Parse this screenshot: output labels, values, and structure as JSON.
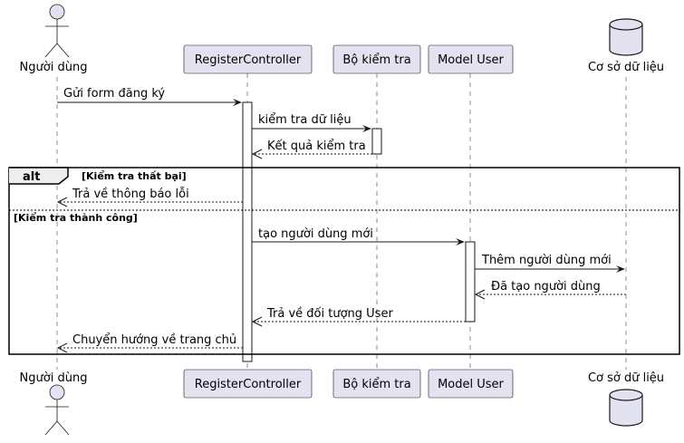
{
  "participants": {
    "user": {
      "label": "Người dùng"
    },
    "controller": {
      "label": "RegisterController"
    },
    "validator": {
      "label": "Bộ kiểm tra"
    },
    "model": {
      "label": "Model User"
    },
    "database": {
      "label": "Cơ sở dữ liệu"
    }
  },
  "messages": {
    "m1": "Gửi form đăng ký",
    "m2": "kiểm tra dữ liệu",
    "m3": "Kết quả kiểm tra",
    "m4": "Trả về thông báo lỗi",
    "m5": "tạo người dùng mới",
    "m6": "Thêm người dùng mới",
    "m7": "Đã tạo người dùng",
    "m8": "Trả về đối tượng User",
    "m9": "Chuyển hướng về trang chủ"
  },
  "alt": {
    "keyword": "alt",
    "guard_fail": "[Kiểm tra thất bại]",
    "guard_success": "[Kiểm tra thành công]"
  },
  "colors": {
    "participant_fill": "#E2E2F0",
    "line": "#181818"
  }
}
